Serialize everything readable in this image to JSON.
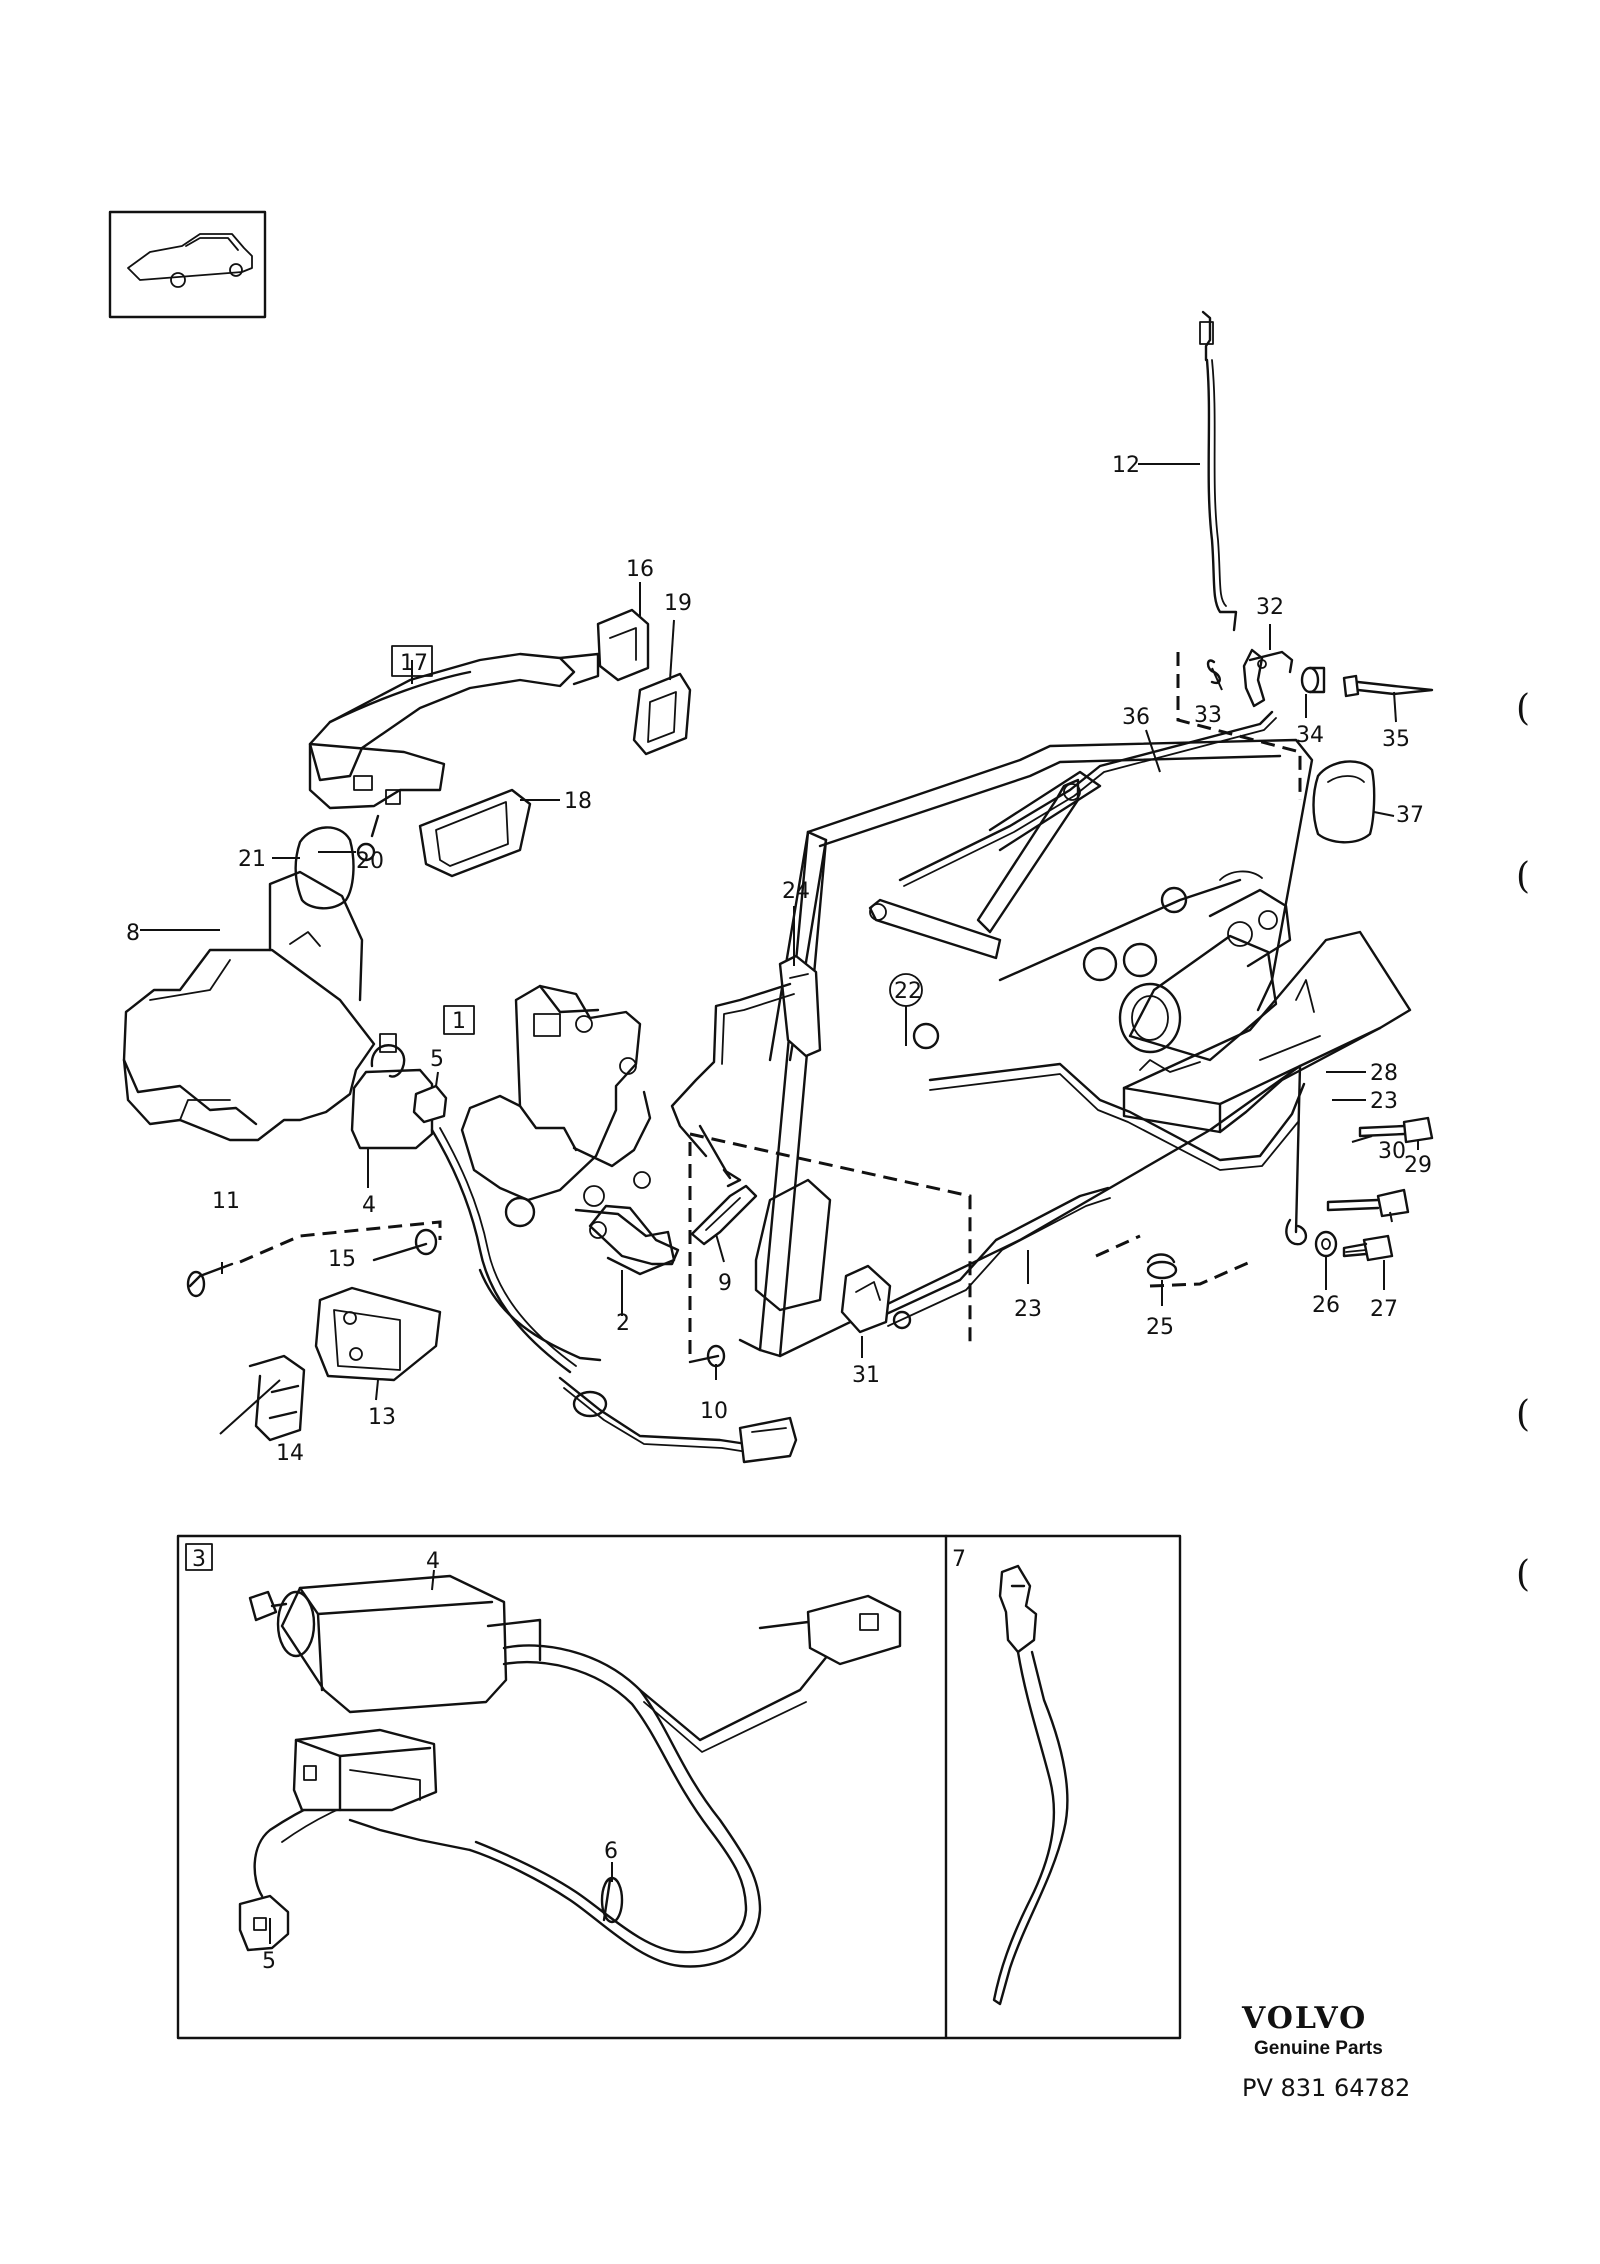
{
  "callouts": {
    "c1": "1",
    "c2": "2",
    "c3": "3",
    "c4": "4",
    "c4b": "4",
    "c5": "5",
    "c5b": "5",
    "c6": "6",
    "c7": "7",
    "c8": "8",
    "c9": "9",
    "c10": "10",
    "c11": "11",
    "c12": "12",
    "c13": "13",
    "c14": "14",
    "c15": "15",
    "c16": "16",
    "c17": "17",
    "c18": "18",
    "c19": "19",
    "c20": "20",
    "c21": "21",
    "c22": "22",
    "c23": "23",
    "c23b": "23",
    "c24": "24",
    "c25": "25",
    "c26": "26",
    "c27": "27",
    "c28": "28",
    "c29": "29",
    "c30": "30",
    "c31": "31",
    "c32": "32",
    "c33": "33",
    "c34": "34",
    "c35": "35",
    "c36": "36",
    "c37": "37"
  },
  "brand": {
    "logo_text": "VOLVO",
    "tagline": "Genuine Parts",
    "part_number": "PV 831 64782"
  },
  "margin_marks": [
    "(",
    "(",
    "(",
    "("
  ]
}
